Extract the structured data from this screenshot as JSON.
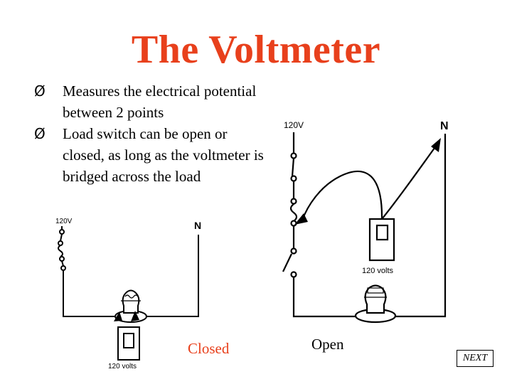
{
  "slide": {
    "title": "The Voltmeter",
    "bullets": [
      {
        "mark": "Ø",
        "text": "Measures the electrical potential between 2 points"
      },
      {
        "mark": "Ø",
        "text": "Load switch can be open or closed, as long as the voltmeter is bridged across the load"
      }
    ],
    "captions": {
      "closed": "Closed",
      "open": "Open"
    },
    "next_label": "NEXT"
  },
  "diagram_closed": {
    "supply_label": "120V",
    "neutral_label": "N",
    "meter_label": "120 volts"
  },
  "diagram_open": {
    "supply_label": "120V",
    "neutral_label": "N",
    "meter_label": "120 volts"
  },
  "colors": {
    "title": "#e8401c",
    "closed_caption": "#e8401c",
    "text": "#000000"
  }
}
